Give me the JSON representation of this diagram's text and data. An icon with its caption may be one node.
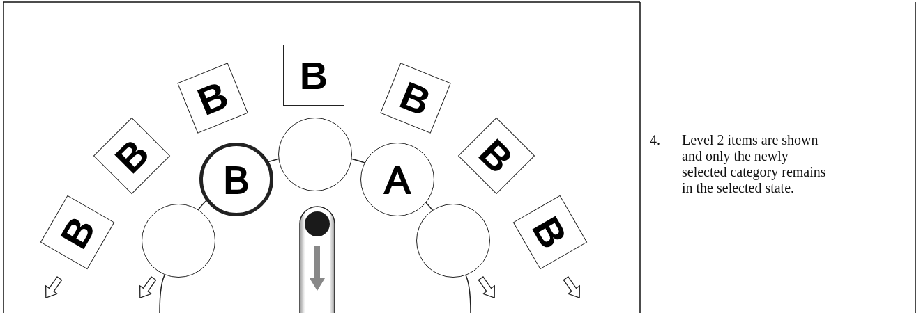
{
  "diagram": {
    "nodes": [
      {
        "text": [
          "B"
        ]
      },
      {
        "text": [
          "B"
        ]
      },
      {
        "text": [
          "B"
        ]
      },
      {
        "text": [
          "B"
        ]
      },
      {
        "text": [
          "B"
        ]
      },
      {
        "text": [
          "B"
        ]
      },
      {
        "text": [
          "B"
        ]
      },
      {
        "text": [],
        "shape": "circle"
      },
      {
        "text": [
          "B"
        ]
      },
      {
        "text": [],
        "shape": "circle"
      },
      {
        "text": [
          "A"
        ]
      },
      {
        "text": [],
        "shape": "circle"
      }
    ],
    "edges": [
      {
        "from": 7,
        "to": 8,
        "arrow": "none"
      },
      {
        "from": 8,
        "to": 9,
        "arrow": "none"
      },
      {
        "from": 9,
        "to": 10,
        "arrow": "none"
      },
      {
        "from": 10,
        "to": 11,
        "arrow": "none"
      }
    ],
    "labels": [
      "4.",
      "Level 2 items are shown and only the newly selected category remains in the selected state."
    ]
  }
}
